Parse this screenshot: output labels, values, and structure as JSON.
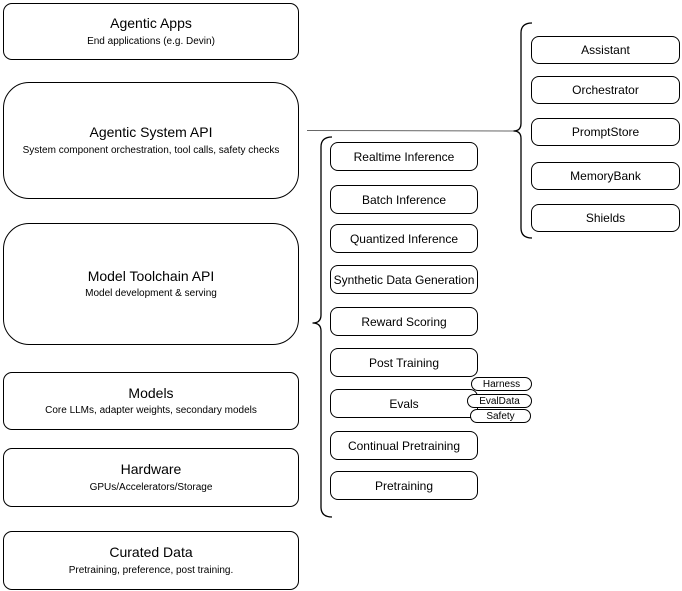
{
  "colors": {
    "stroke": "#000000",
    "connector": "#666666",
    "fill": "#ffffff"
  },
  "layers": [
    {
      "title": "Agentic Apps",
      "subtitle": "End applications (e.g. Devin)"
    },
    {
      "title": "Agentic System API",
      "subtitle": "System component orchestration, tool calls, safety checks"
    },
    {
      "title": "Model Toolchain API",
      "subtitle": "Model development & serving"
    },
    {
      "title": "Models",
      "subtitle": "Core LLMs, adapter weights, secondary models"
    },
    {
      "title": "Hardware",
      "subtitle": "GPUs/Accelerators/Storage"
    },
    {
      "title": "Curated Data",
      "subtitle": "Pretraining, preference, post training."
    }
  ],
  "toolchain": {
    "items": [
      "Realtime Inference",
      "Batch Inference",
      "Quantized Inference",
      "Synthetic Data Generation",
      "Reward Scoring",
      "Post Training",
      "Evals",
      "Continual Pretraining",
      "Pretraining"
    ],
    "eval_tags": [
      "Harness",
      "EvalData",
      "Safety"
    ]
  },
  "system_components": {
    "items": [
      "Assistant",
      "Orchestrator",
      "PromptStore",
      "MemoryBank",
      "Shields"
    ]
  }
}
